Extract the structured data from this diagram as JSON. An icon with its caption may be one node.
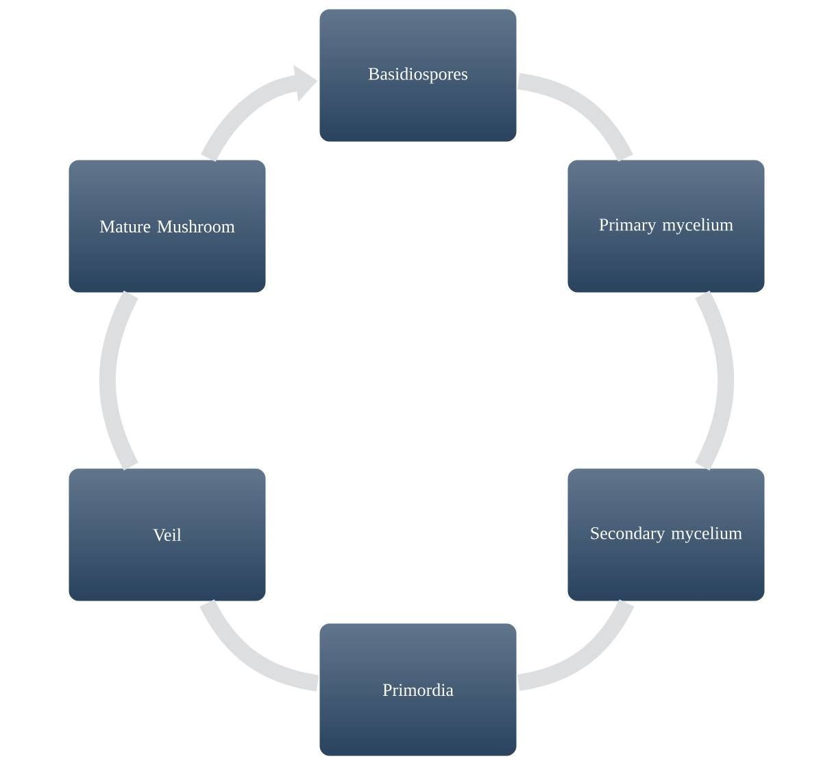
{
  "diagram": {
    "nodes": [
      {
        "text": [
          "Basidiospores"
        ]
      },
      {
        "text": [
          "Primary mycelium"
        ]
      },
      {
        "text": [
          "Secondary mycelium"
        ]
      },
      {
        "text": [
          "Primordia"
        ]
      },
      {
        "text": [
          "Veil"
        ]
      },
      {
        "text": [
          "Mature Mushroom"
        ]
      }
    ],
    "edges": [
      {
        "from": 0,
        "to": 1,
        "arrow": "none"
      },
      {
        "from": 1,
        "to": 2,
        "arrow": "none"
      },
      {
        "from": 2,
        "to": 3,
        "arrow": "none"
      },
      {
        "from": 3,
        "to": 4,
        "arrow": "none"
      },
      {
        "from": 4,
        "to": 5,
        "arrow": "none"
      },
      {
        "from": 5,
        "to": 0,
        "arrow": "to"
      }
    ]
  }
}
